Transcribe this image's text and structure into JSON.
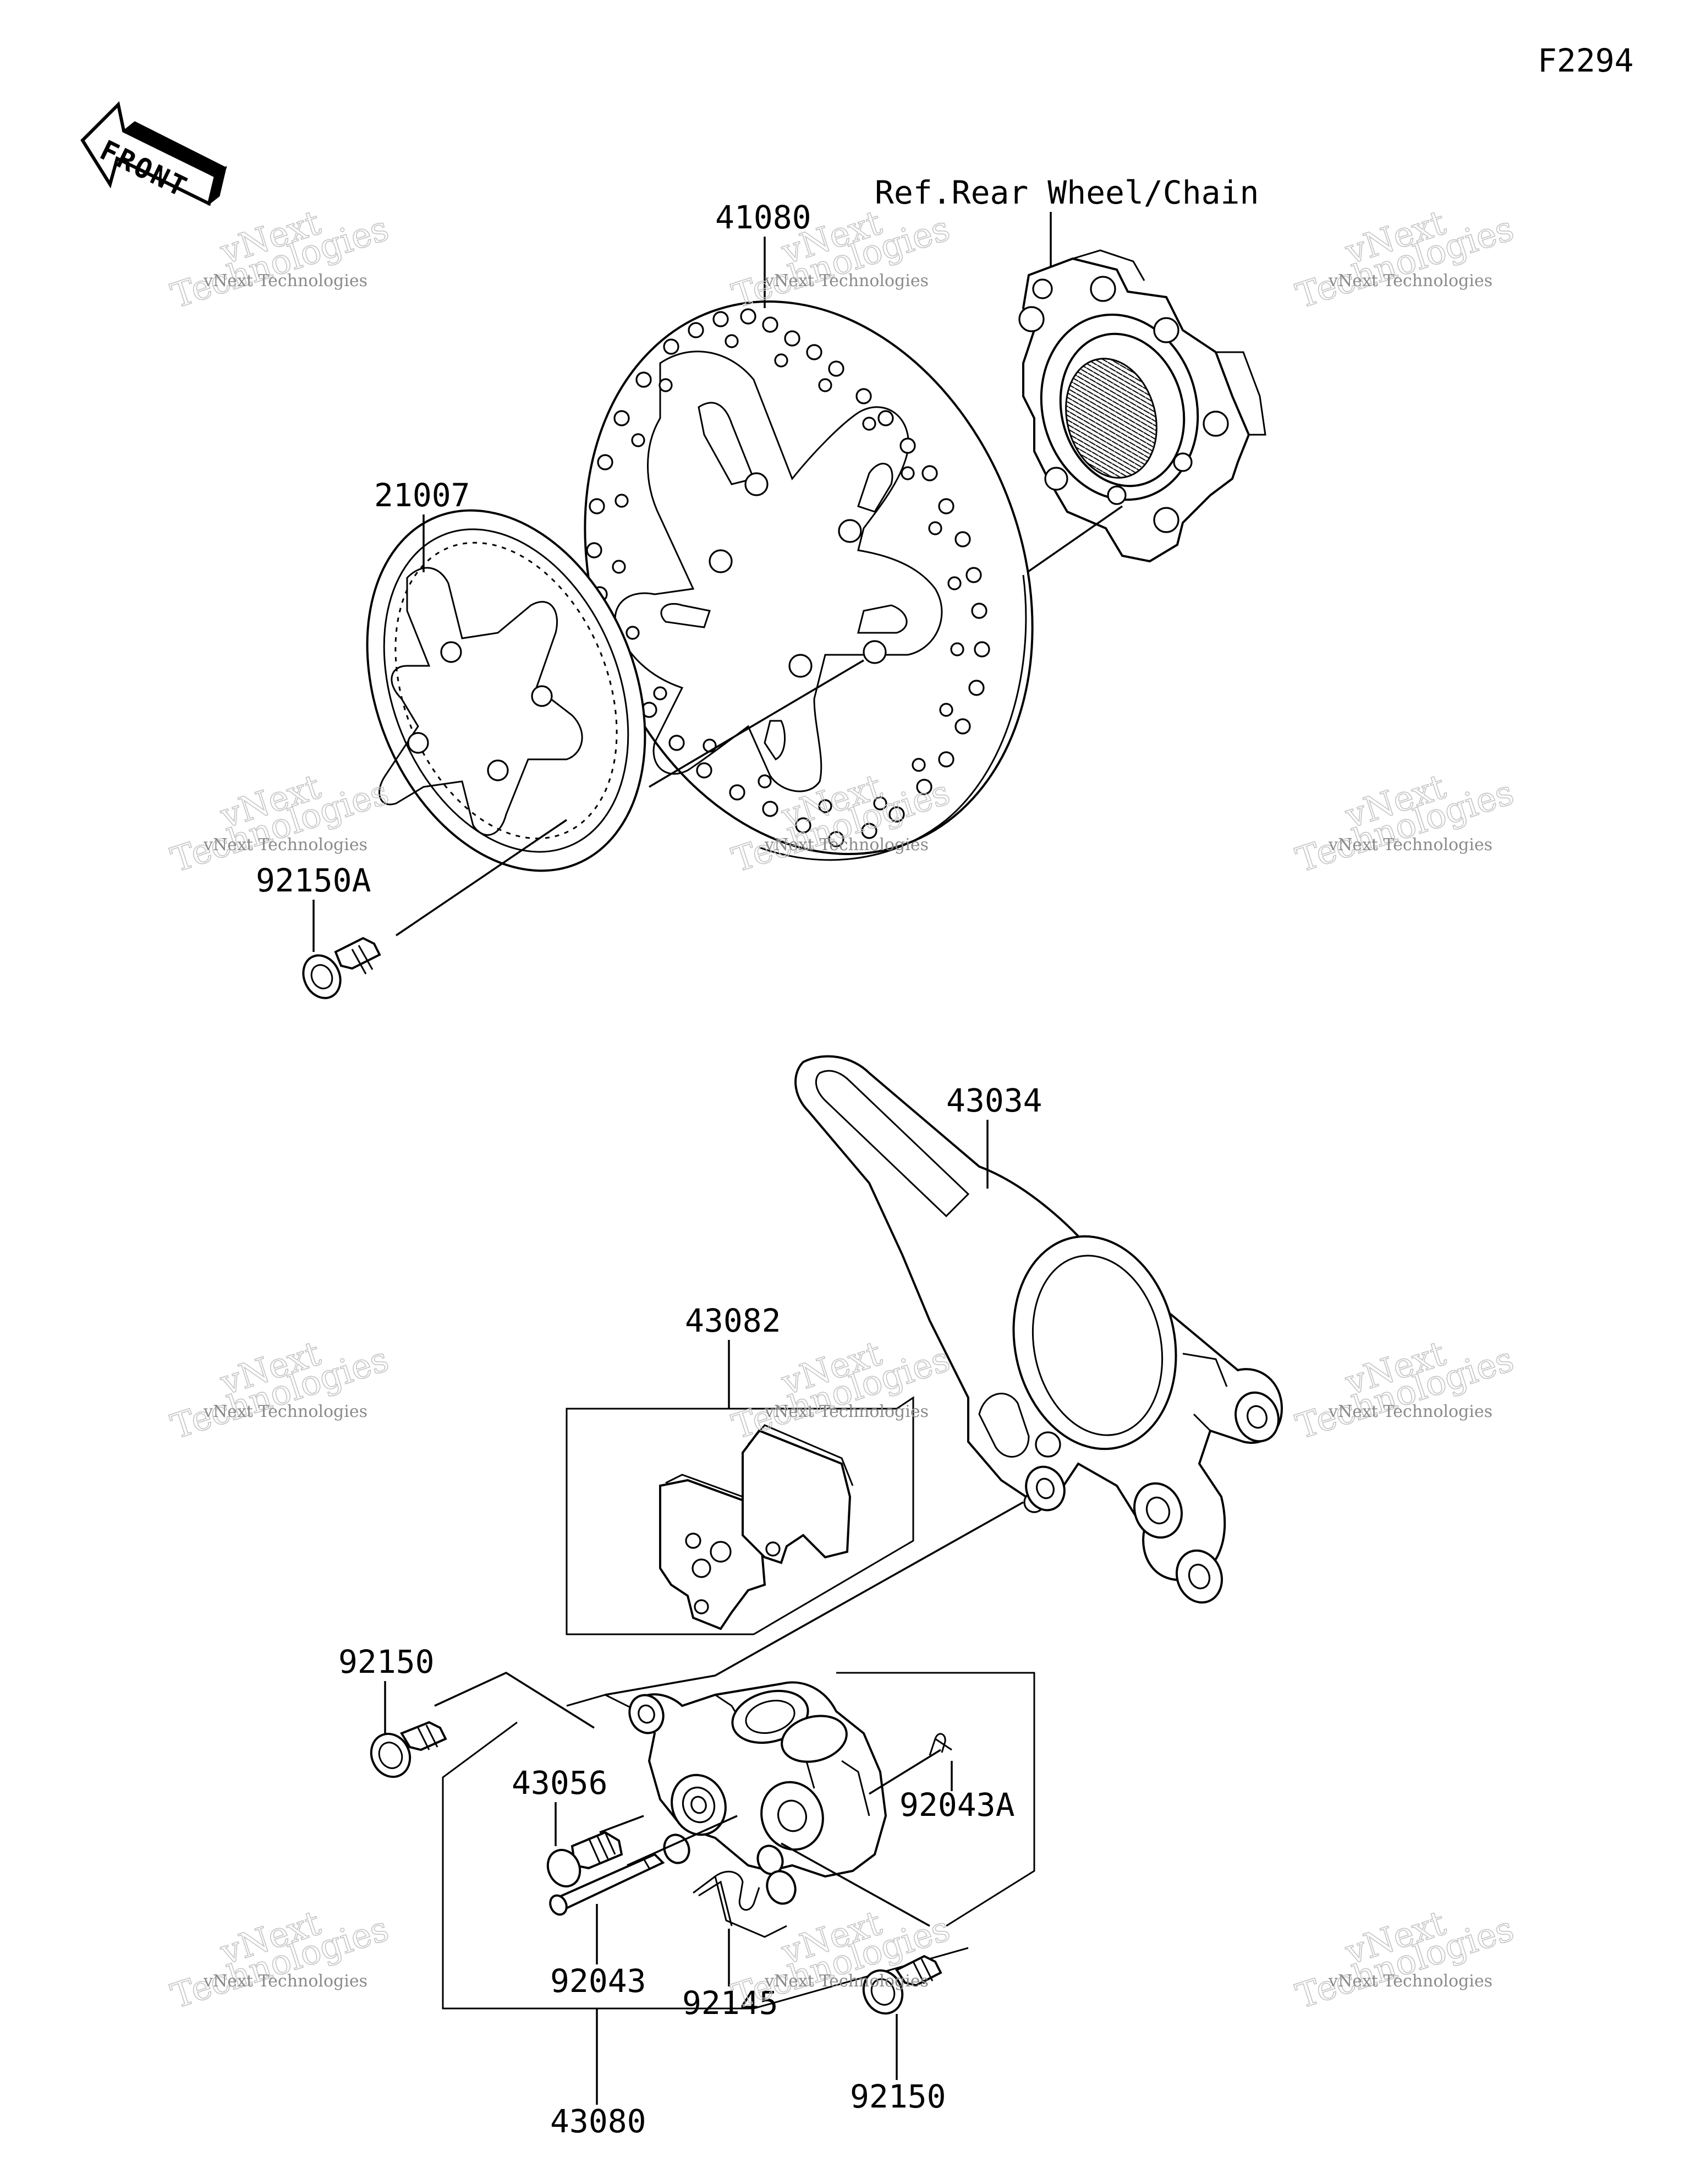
{
  "diagram": {
    "figure_code": "F2294",
    "front_label": "FRONT",
    "reference_note": "Ref.Rear Wheel/Chain",
    "watermark": {
      "title": "vNext Technologies",
      "line1": "vNext",
      "line2": "Technologies"
    },
    "parts": [
      {
        "id": "41080"
      },
      {
        "id": "21007"
      },
      {
        "id": "92150A"
      },
      {
        "id": "43034"
      },
      {
        "id": "43082"
      },
      {
        "id": "92150"
      },
      {
        "id": "92043A"
      },
      {
        "id": "43056"
      },
      {
        "id": "92043"
      },
      {
        "id": "92145"
      },
      {
        "id": "92150"
      },
      {
        "id": "43080"
      }
    ]
  }
}
